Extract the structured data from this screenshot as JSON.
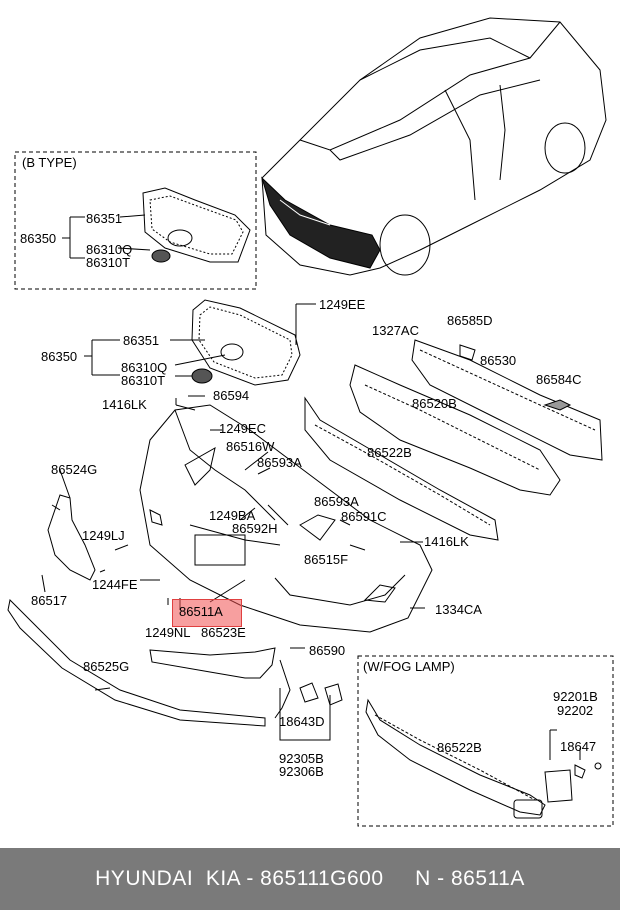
{
  "boxes": {
    "b_type": "(B TYPE)",
    "fog_lamp": "(W/FOG LAMP)"
  },
  "labels": {
    "b_86351": "86351",
    "b_86350": "86350",
    "b_86310q": "86310Q",
    "b_86310t": "86310T",
    "p_1249ee": "1249EE",
    "p_86351": "86351",
    "p_86350": "86350",
    "p_86310q": "86310Q",
    "p_86310t": "86310T",
    "p_1327ac": "1327AC",
    "p_86585d": "86585D",
    "p_86530": "86530",
    "p_86584c": "86584C",
    "p_86594": "86594",
    "p_1416lk_a": "1416LK",
    "p_86520b": "86520B",
    "p_1249ec": "1249EC",
    "p_86516w": "86516W",
    "p_86522b": "86522B",
    "p_86593a_a": "86593A",
    "p_86524g": "86524G",
    "p_1249ba": "1249BA",
    "p_86592h": "86592H",
    "p_86593a_b": "86593A",
    "p_86591c": "86591C",
    "p_1249lj": "1249LJ",
    "p_1416lk_b": "1416LK",
    "p_86515f": "86515F",
    "p_1244fe": "1244FE",
    "p_86517": "86517",
    "p_86511a": "86511A",
    "p_1334ca": "1334CA",
    "p_1249nl": "1249NL",
    "p_86523e": "86523E",
    "p_86590": "86590",
    "p_86525g": "86525G",
    "p_18643d": "18643D",
    "p_92305b": "92305B",
    "p_92306b": "92306B",
    "f_92201b": "92201B",
    "f_92202": "92202",
    "f_18647": "18647",
    "f_86522b": "86522B"
  },
  "highlight_color": "#f05050",
  "footer": {
    "text": "HYUNDAI  KIA - 865111G600     N - 86511A"
  }
}
